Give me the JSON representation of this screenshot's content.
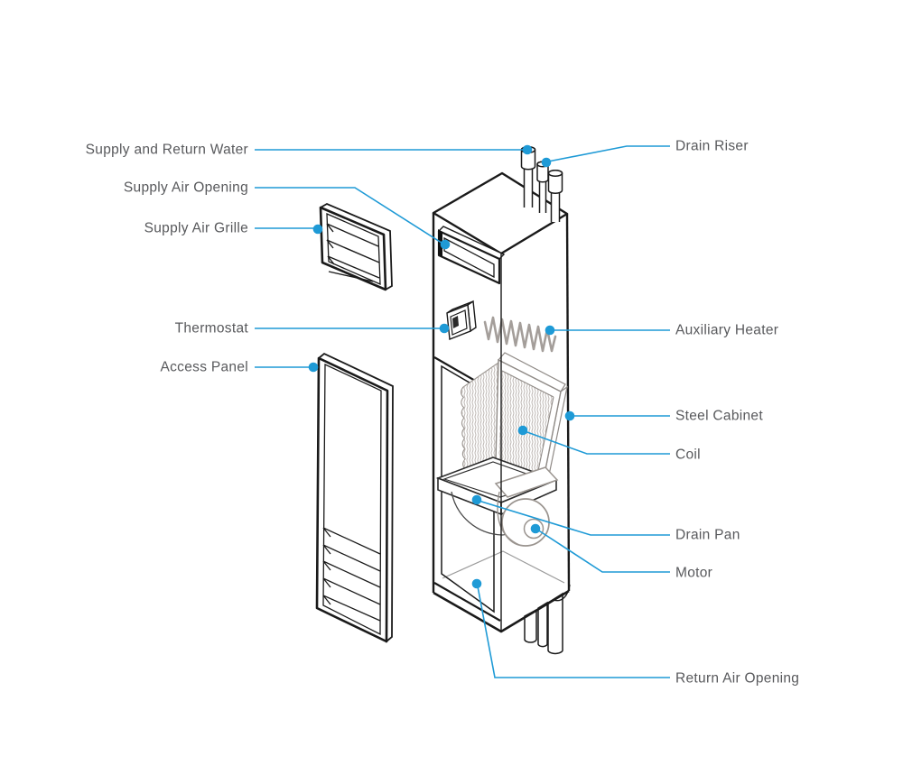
{
  "figure": {
    "type": "exploded-parts-diagram",
    "colors": {
      "accent_blue": "#1e9ad6",
      "label_text": "#58595c",
      "outline_black": "#1a1a1a",
      "detail_gray": "#a49e9a",
      "background": "#ffffff"
    }
  },
  "labels": [
    {
      "id": "supply-and-return-water",
      "side": "left",
      "text": "Supply and Return Water"
    },
    {
      "id": "supply-air-opening",
      "side": "left",
      "text": "Supply Air Opening"
    },
    {
      "id": "supply-air-grille",
      "side": "left",
      "text": "Supply Air Grille"
    },
    {
      "id": "thermostat",
      "side": "left",
      "text": "Thermostat"
    },
    {
      "id": "access-panel",
      "side": "left",
      "text": "Access Panel"
    },
    {
      "id": "drain-riser",
      "side": "right",
      "text": "Drain Riser"
    },
    {
      "id": "auxiliary-heater",
      "side": "right",
      "text": "Auxiliary Heater"
    },
    {
      "id": "steel-cabinet",
      "side": "right",
      "text": "Steel Cabinet"
    },
    {
      "id": "coil",
      "side": "right",
      "text": "Coil"
    },
    {
      "id": "drain-pan",
      "side": "right",
      "text": "Drain Pan"
    },
    {
      "id": "motor",
      "side": "right",
      "text": "Motor"
    },
    {
      "id": "return-air-opening",
      "side": "right",
      "text": "Return Air Opening"
    }
  ]
}
